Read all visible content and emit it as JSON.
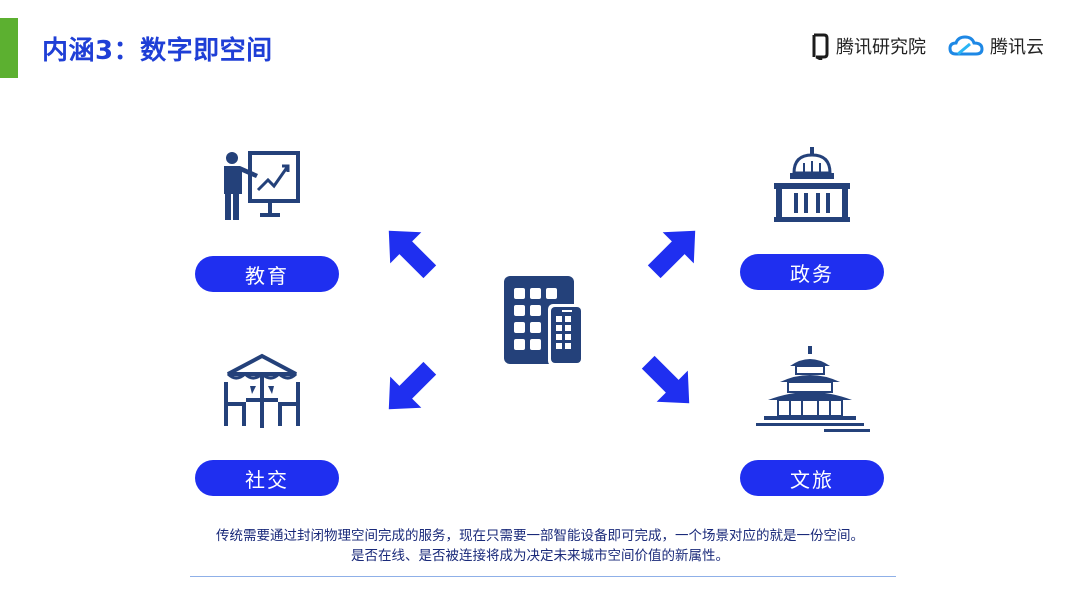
{
  "header": {
    "title": "内涵3：数字即空间",
    "logos": [
      {
        "icon": "tencent-research-logo-icon",
        "label": "腾讯研究院"
      },
      {
        "icon": "tencent-cloud-logo-icon",
        "label": "腾讯云"
      }
    ]
  },
  "diagram": {
    "center_icon": "tablet-phone-icon",
    "items": [
      {
        "key": "education",
        "label": "教育",
        "icon": "teacher-board-icon"
      },
      {
        "key": "government",
        "label": "政务",
        "icon": "capitol-building-icon"
      },
      {
        "key": "social",
        "label": "社交",
        "icon": "cafe-table-icon"
      },
      {
        "key": "tourism",
        "label": "文旅",
        "icon": "temple-icon"
      }
    ]
  },
  "caption": {
    "line1": "传统需要通过封闭物理空间完成的服务，现在只需要一部智能设备即可完成，一个场景对应的就是一份空间。",
    "line2": "是否在线、是否被连接将成为决定未来城市空间价值的新属性。"
  },
  "colors": {
    "accent_green": "#5cb030",
    "title_blue": "#1f3fd6",
    "pill_blue": "#1f2ff0",
    "icon_navy": "#24417a"
  }
}
